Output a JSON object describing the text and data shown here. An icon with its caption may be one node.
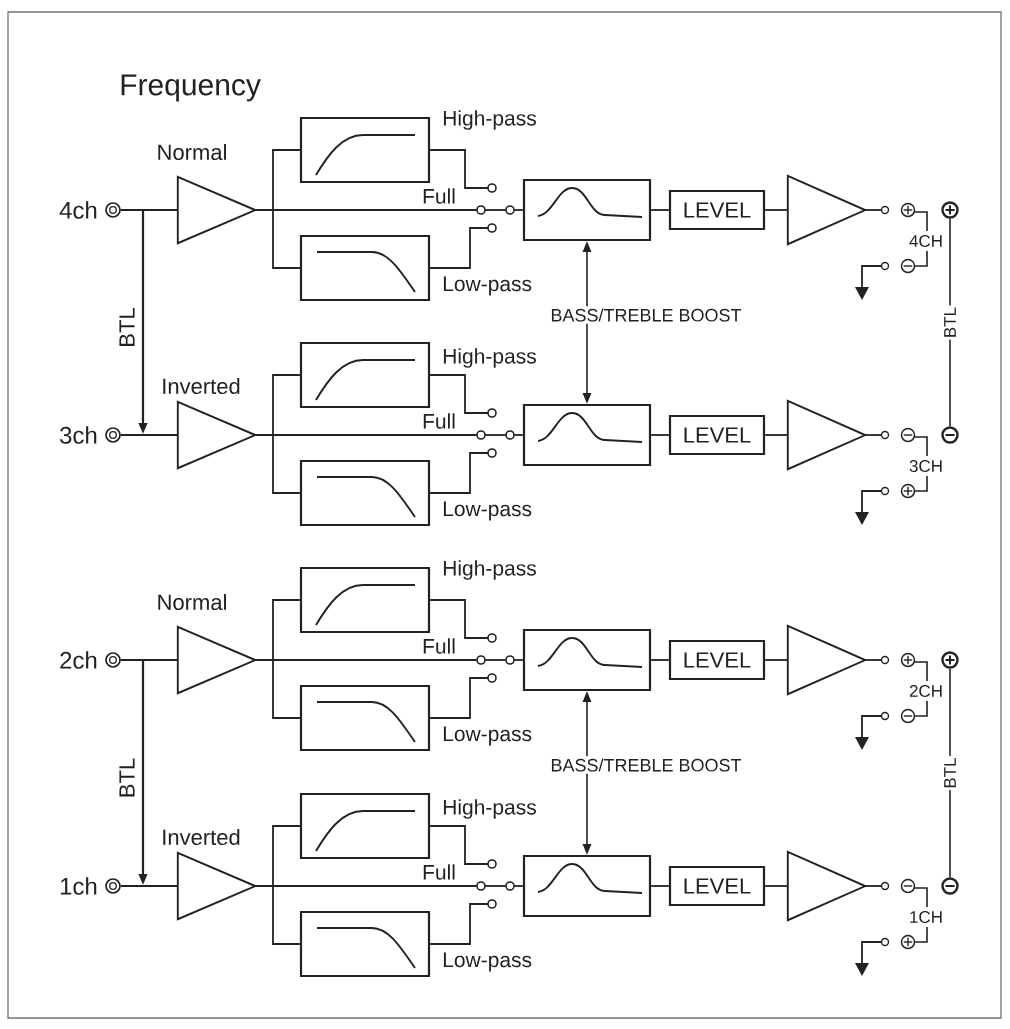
{
  "diagram": {
    "title": "Frequency",
    "nodes": [
      {
        "text": [
          "4ch"
        ]
      },
      {
        "text": [
          "Normal"
        ]
      },
      {
        "text": [
          "High-pass"
        ]
      },
      {
        "text": [
          "Low-pass"
        ]
      },
      {
        "text": [],
        "shape": "switch"
      },
      {
        "text": [],
        "shape": "box"
      },
      {
        "text": [
          "LEVEL"
        ]
      },
      {
        "text": [],
        "shape": "triangle"
      },
      {
        "text": [],
        "shape": "circle"
      },
      {
        "text": [
          "BASS/TREBLE BOOST"
        ]
      },
      {
        "text": [
          "3ch"
        ]
      },
      {
        "text": [
          "Inverted"
        ]
      },
      {
        "text": [
          "High-pass"
        ]
      },
      {
        "text": [
          "Low-pass"
        ]
      },
      {
        "text": [],
        "shape": "switch"
      },
      {
        "text": [],
        "shape": "box"
      },
      {
        "text": [
          "LEVEL"
        ]
      },
      {
        "text": [],
        "shape": "triangle"
      },
      {
        "text": [],
        "shape": "circle"
      },
      {
        "text": [
          "2ch"
        ]
      },
      {
        "text": [
          "Normal"
        ]
      },
      {
        "text": [
          "High-pass"
        ]
      },
      {
        "text": [
          "Low-pass"
        ]
      },
      {
        "text": [],
        "shape": "switch"
      },
      {
        "text": [],
        "shape": "box"
      },
      {
        "text": [
          "LEVEL"
        ]
      },
      {
        "text": [],
        "shape": "triangle"
      },
      {
        "text": [],
        "shape": "circle"
      },
      {
        "text": [
          "BASS/TREBLE BOOST"
        ]
      },
      {
        "text": [
          "1ch"
        ]
      },
      {
        "text": [
          "Inverted"
        ]
      },
      {
        "text": [
          "High-pass"
        ]
      },
      {
        "text": [
          "Low-pass"
        ]
      },
      {
        "text": [],
        "shape": "switch"
      },
      {
        "text": [],
        "shape": "box"
      },
      {
        "text": [
          "LEVEL"
        ]
      },
      {
        "text": [],
        "shape": "triangle"
      },
      {
        "text": [],
        "shape": "circle"
      }
    ],
    "edges": [
      {
        "from": 0,
        "to": 1,
        "arrow": "none"
      },
      {
        "from": 1,
        "to": 2,
        "arrow": "none"
      },
      {
        "from": 1,
        "to": 3,
        "arrow": "none"
      },
      {
        "from": 1,
        "to": 4,
        "arrow": "none",
        "label": "Full"
      },
      {
        "from": 2,
        "to": 4,
        "arrow": "none"
      },
      {
        "from": 3,
        "to": 4,
        "arrow": "none"
      },
      {
        "from": 4,
        "to": 5,
        "arrow": "none"
      },
      {
        "from": 5,
        "to": 6,
        "arrow": "none"
      },
      {
        "from": 6,
        "to": 7,
        "arrow": "none"
      },
      {
        "from": 10,
        "to": 11,
        "arrow": "none"
      },
      {
        "from": 11,
        "to": 12,
        "arrow": "none"
      },
      {
        "from": 11,
        "to": 13,
        "arrow": "none"
      },
      {
        "from": 11,
        "to": 14,
        "arrow": "none",
        "label": "Full"
      },
      {
        "from": 12,
        "to": 14,
        "arrow": "none"
      },
      {
        "from": 13,
        "to": 14,
        "arrow": "none"
      },
      {
        "from": 14,
        "to": 15,
        "arrow": "none"
      },
      {
        "from": 15,
        "to": 16,
        "arrow": "none"
      },
      {
        "from": 16,
        "to": 17,
        "arrow": "none"
      },
      {
        "from": 0,
        "to": null,
        "arrow": "to",
        "label": "BTL"
      },
      {
        "from": 8,
        "to": 18,
        "arrow": "none",
        "label": "BTL"
      },
      {
        "from": 9,
        "to": 5,
        "arrow": "to"
      },
      {
        "from": 9,
        "to": 15,
        "arrow": "to"
      },
      {
        "from": 19,
        "to": 20,
        "arrow": "none"
      },
      {
        "from": 20,
        "to": 21,
        "arrow": "none"
      },
      {
        "from": 20,
        "to": 22,
        "arrow": "none"
      },
      {
        "from": 20,
        "to": 23,
        "arrow": "none",
        "label": "Full"
      },
      {
        "from": 21,
        "to": 23,
        "arrow": "none"
      },
      {
        "from": 22,
        "to": 23,
        "arrow": "none"
      },
      {
        "from": 23,
        "to": 24,
        "arrow": "none"
      },
      {
        "from": 24,
        "to": 25,
        "arrow": "none"
      },
      {
        "from": 25,
        "to": 26,
        "arrow": "none"
      },
      {
        "from": 29,
        "to": 30,
        "arrow": "none"
      },
      {
        "from": 30,
        "to": 31,
        "arrow": "none"
      },
      {
        "from": 30,
        "to": 32,
        "arrow": "none"
      },
      {
        "from": 30,
        "to": 33,
        "arrow": "none",
        "label": "Full"
      },
      {
        "from": 31,
        "to": 33,
        "arrow": "none"
      },
      {
        "from": 32,
        "to": 33,
        "arrow": "none"
      },
      {
        "from": 33,
        "to": 34,
        "arrow": "none"
      },
      {
        "from": 34,
        "to": 35,
        "arrow": "none"
      },
      {
        "from": 35,
        "to": 36,
        "arrow": "none"
      },
      {
        "from": 19,
        "to": null,
        "arrow": "to",
        "label": "BTL"
      },
      {
        "from": 27,
        "to": 37,
        "arrow": "none",
        "label": "BTL"
      },
      {
        "from": 28,
        "to": 24,
        "arrow": "to"
      },
      {
        "from": 28,
        "to": 34,
        "arrow": "to"
      }
    ],
    "labels": [
      "4CH",
      "3CH",
      "2CH",
      "1CH"
    ]
  }
}
